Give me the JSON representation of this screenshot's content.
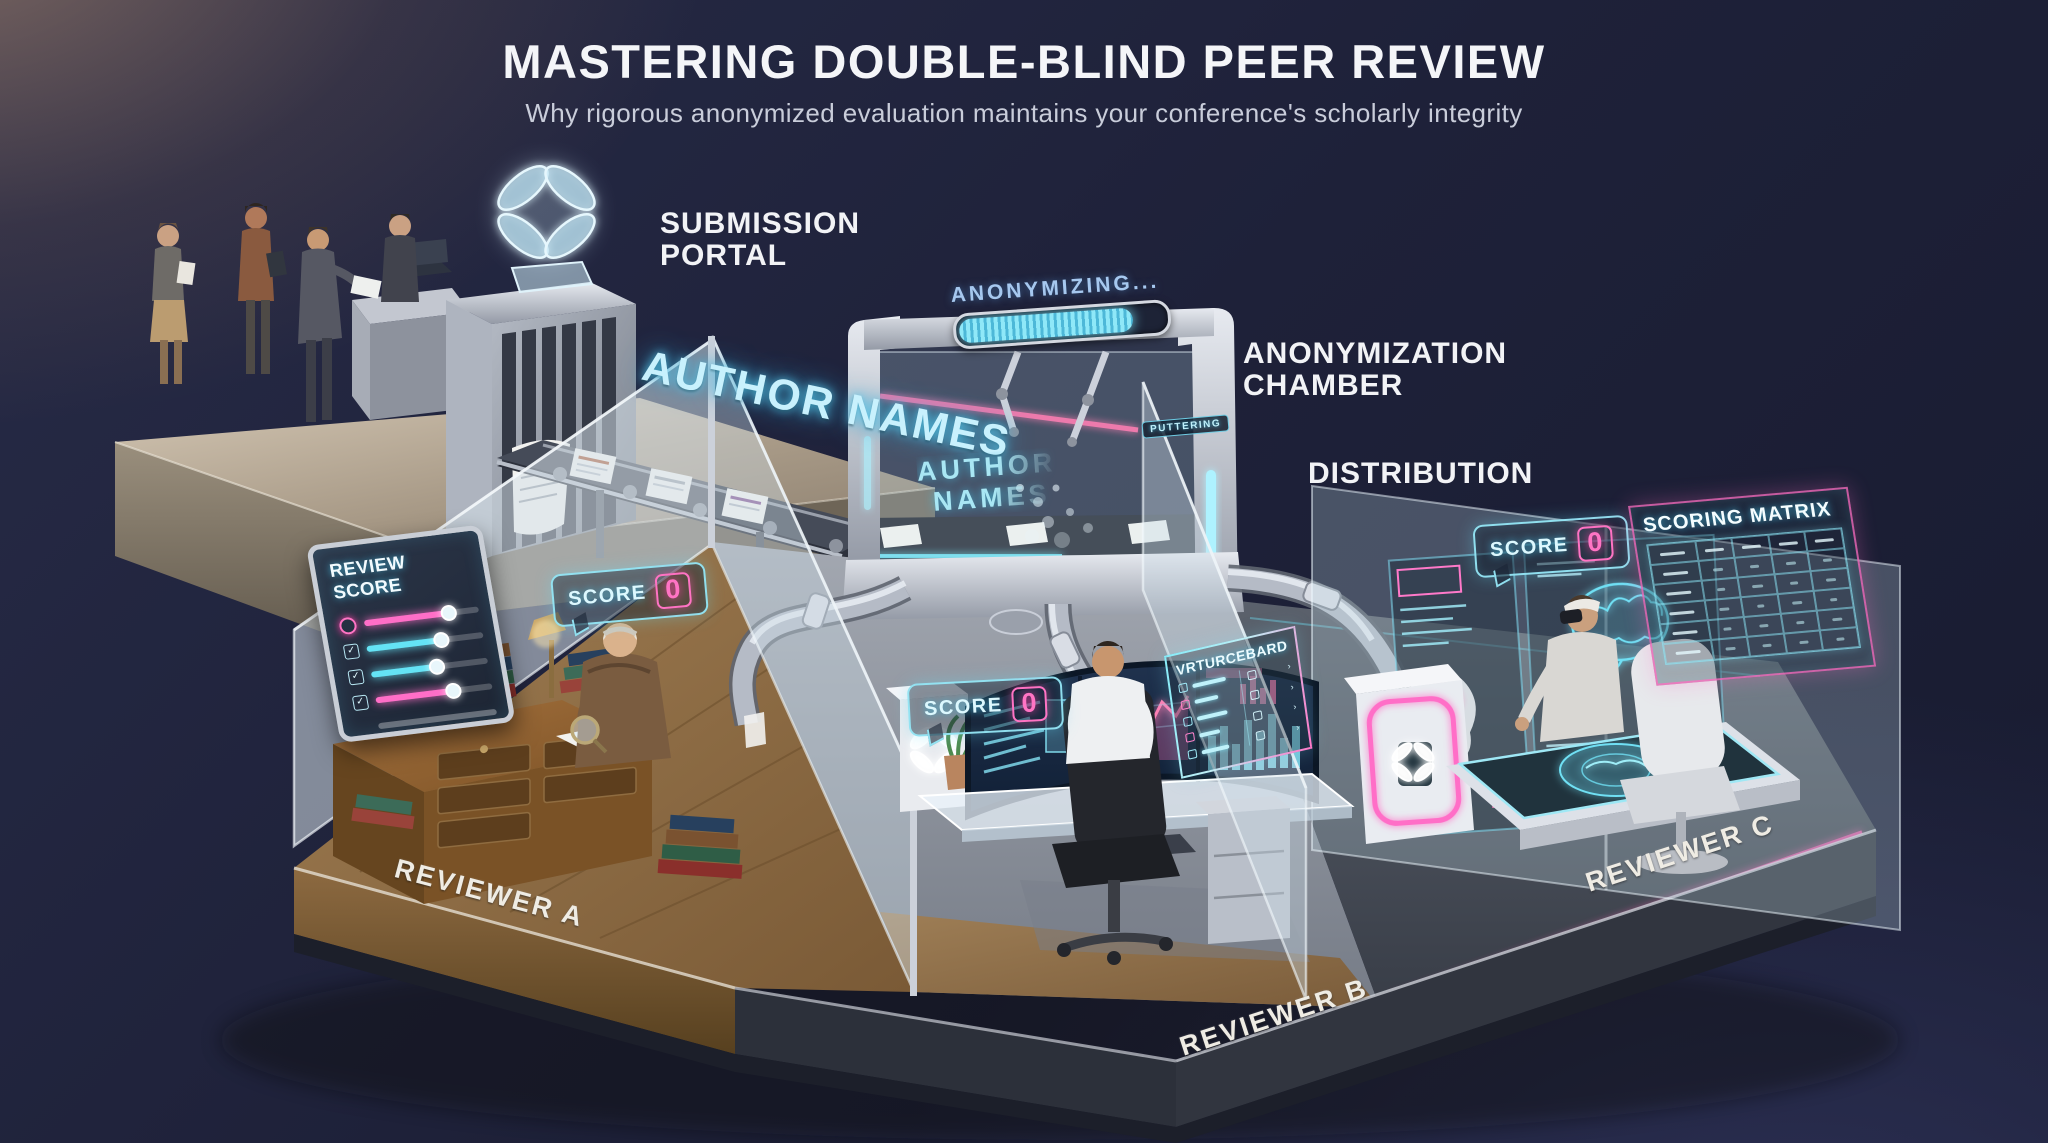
{
  "header": {
    "title": "MASTERING DOUBLE-BLIND PEER REVIEW",
    "subtitle": "Why rigorous anonymized evaluation maintains your conference's scholarly integrity"
  },
  "stages": {
    "submission_portal_line1": "SUBMISSION",
    "submission_portal_line2": "PORTAL",
    "anonymization_chamber_line1": "ANONYMIZATION",
    "anonymization_chamber_line2": "CHAMBER",
    "distribution": "DISTRIBUTION"
  },
  "conveyor": {
    "glow_text": "AUTHOR NAMES"
  },
  "chamber": {
    "progress_label": "ANONYMIZING...",
    "progress_percent": 82,
    "dissolve_line1": "AUTHOR",
    "dissolve_line2": "NAMES",
    "frame_badge": "PUTTERING"
  },
  "reviewers": {
    "a": {
      "platform_label": "REVIEWER A",
      "score_badge": {
        "label": "SCORE",
        "value": "0"
      },
      "tablet": {
        "title": "REVIEW SCORE",
        "sliders": [
          {
            "color": "#ff6ec7",
            "value": 72
          },
          {
            "color": "#64e3f5",
            "value": 62
          },
          {
            "color": "#64e3f5",
            "value": 55
          },
          {
            "color": "#ff6ec7",
            "value": 65
          }
        ]
      }
    },
    "b": {
      "platform_label": "REVIEWER B",
      "score_badge": {
        "label": "SCORE",
        "value": "0"
      },
      "holo_panel_title": "VRTURCEBARD"
    },
    "c": {
      "platform_label": "REVIEWER C",
      "score_badge": {
        "label": "SCORE",
        "value": "0"
      },
      "scoring_matrix_title": "SCORING MATRIX"
    }
  },
  "colors": {
    "cyan": "#7fe3f7",
    "magenta": "#ff5fb6",
    "background": "#1d2038"
  }
}
